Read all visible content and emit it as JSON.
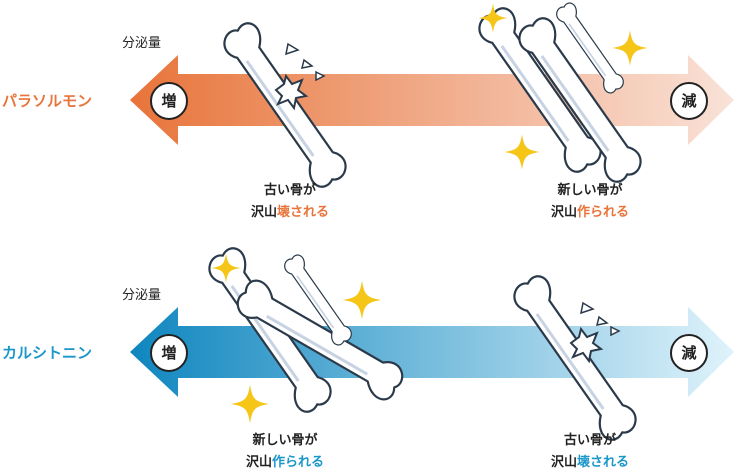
{
  "hormones": [
    {
      "name": "パラソルモン",
      "color": "#e8743a",
      "secretion_label": "分泌量",
      "increase": "増",
      "decrease": "減",
      "left_caption": {
        "line1": "古い骨が",
        "line2_plain": "沢山",
        "line2_accent": "壊される"
      },
      "right_caption": {
        "line1": "新しい骨が",
        "line2_plain": "沢山",
        "line2_accent": "作られる"
      }
    },
    {
      "name": "カルシトニン",
      "color": "#1a97c9",
      "secretion_label": "分泌量",
      "increase": "増",
      "decrease": "減",
      "left_caption": {
        "line1": "新しい骨が",
        "line2_plain": "沢山",
        "line2_accent": "作られる"
      },
      "right_caption": {
        "line1": "古い骨が",
        "line2_plain": "沢山",
        "line2_accent": "壊される"
      }
    }
  ],
  "colors": {
    "pth_start": "#e8743a",
    "pth_end": "#f9e2d8",
    "ct_start": "#0f86bf",
    "ct_end": "#dff3fb",
    "sparkle": "#f5c518",
    "bone_outline": "#2b3a4a"
  },
  "icons": [
    "bone-icon",
    "sparkle-icon",
    "crack-icon"
  ]
}
